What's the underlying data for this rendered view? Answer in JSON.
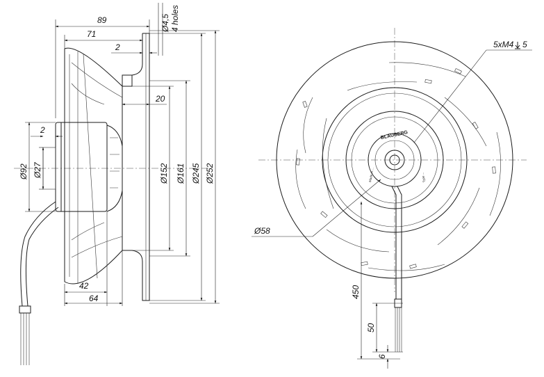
{
  "side_view": {
    "dims": {
      "d89": "89",
      "d71": "71",
      "d2_top": "2",
      "d20": "20",
      "d2_left": "2",
      "d42": "42",
      "d64": "64",
      "phi92": "Ø92",
      "phi27": "Ø27",
      "phi152": "Ø152",
      "phi161": "Ø161",
      "phi245": "Ø245",
      "phi252": "Ø252",
      "phi45": "Ø4,5",
      "holes": "4 holes"
    }
  },
  "front_view": {
    "dims": {
      "thread": "5xM4",
      "thread_depth": "5",
      "phi58": "Ø58",
      "d450": "450",
      "d50": "50",
      "d6": "6"
    },
    "brand_label": "BLAUBERG",
    "label_text_1": "Made in ...",
    "label_text_2": "Type ..."
  },
  "icons": {
    "depth_symbol": "depth-arrow-icon",
    "diameter_symbol": "diameter-icon"
  }
}
